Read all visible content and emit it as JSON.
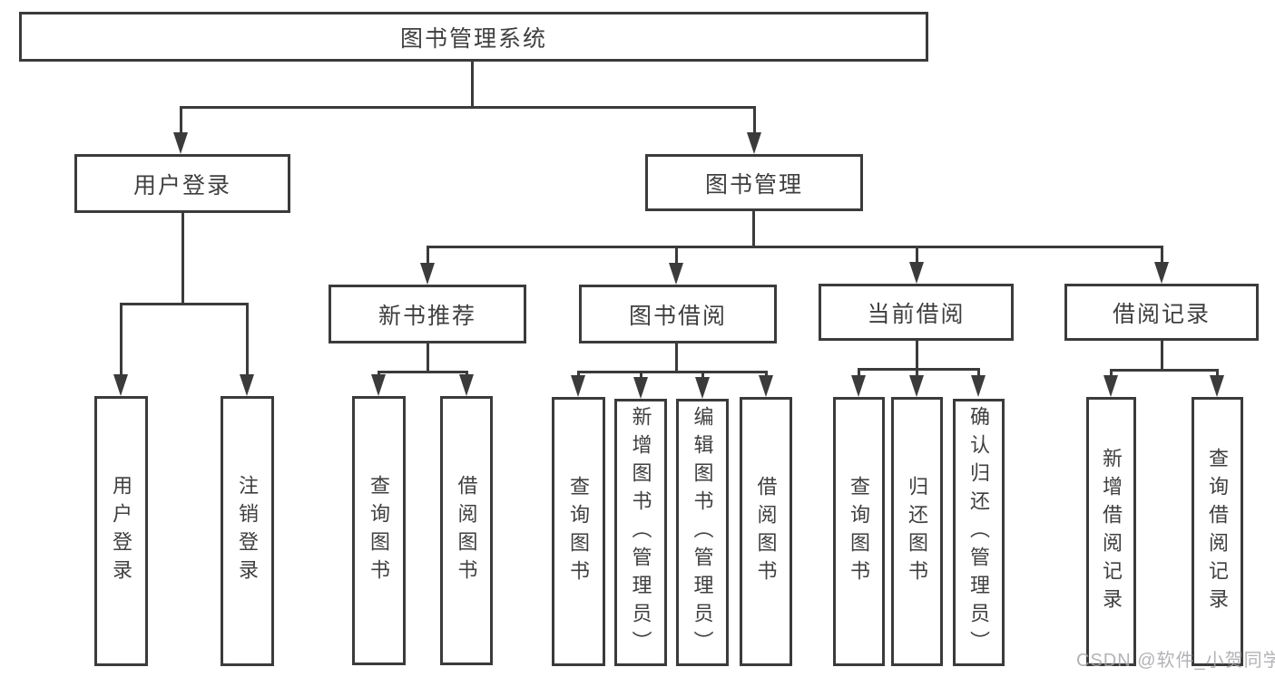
{
  "tree": {
    "root": {
      "label": "图书管理系统"
    },
    "branches": [
      {
        "label": "用户登录",
        "children": [
          {
            "label": "用户登录"
          },
          {
            "label": "注销登录"
          }
        ]
      },
      {
        "label": "图书管理",
        "children": [
          {
            "label": "新书推荐",
            "children": [
              {
                "label": "查询图书"
              },
              {
                "label": "借阅图书"
              }
            ]
          },
          {
            "label": "图书借阅",
            "children": [
              {
                "label": "查询图书"
              },
              {
                "label": "新增图书（管理员）"
              },
              {
                "label": "编辑图书（管理员）"
              },
              {
                "label": "借阅图书"
              }
            ]
          },
          {
            "label": "当前借阅",
            "children": [
              {
                "label": "查询图书"
              },
              {
                "label": "归还图书"
              },
              {
                "label": "确认归还（管理员）"
              }
            ]
          },
          {
            "label": "借阅记录",
            "children": [
              {
                "label": "新增借阅记录"
              },
              {
                "label": "查询借阅记录"
              }
            ]
          }
        ]
      }
    ]
  },
  "watermark": {
    "text": "CSDN @软件_小贺同学"
  },
  "colors": {
    "line": "#3b3b3b",
    "text": "#3f3f3f",
    "watermark": "#a6a6ab",
    "background": "#ffffff"
  }
}
